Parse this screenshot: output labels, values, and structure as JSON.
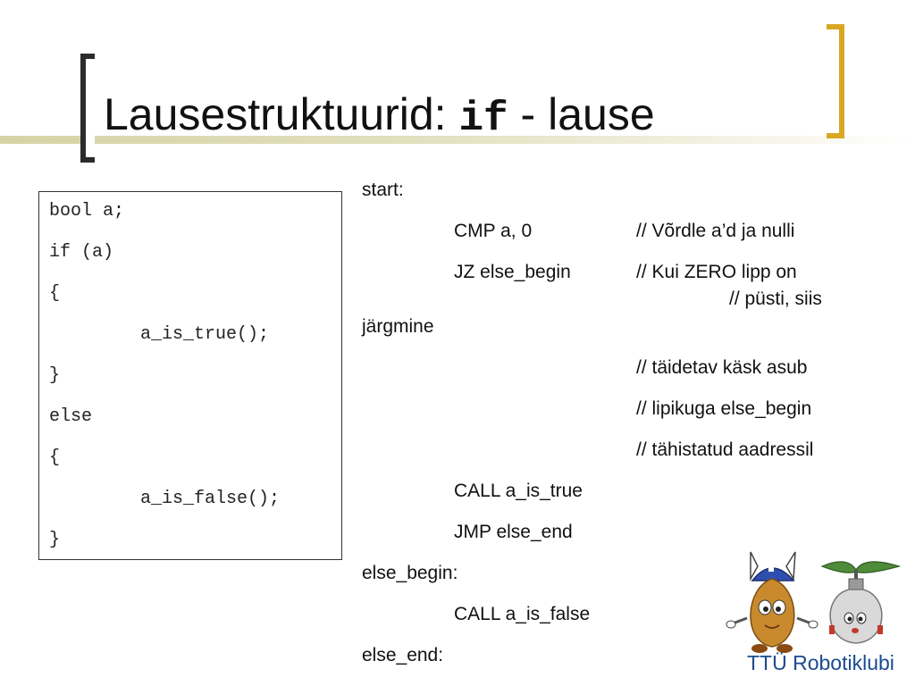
{
  "title": {
    "prefix": "Lausestruktuurid: ",
    "keyword": "if",
    "suffix": " - lause"
  },
  "code_box": {
    "lines": [
      "bool a;",
      "if (a)",
      "{",
      "a_is_true();",
      "}",
      "else",
      "{",
      "a_is_false();",
      "}"
    ]
  },
  "assembly": {
    "start_label": "start:",
    "cmp_instr": "CMP a, 0",
    "cmp_comment": "// Võrdle a’d ja nulli",
    "jz_instr": "JZ else_begin",
    "jz_comment": "// Kui ZERO lipp on",
    "jz_comment_2": "// püsti, siis",
    "jz_comment_3": "järgmine",
    "comment_4": "// täidetav käsk asub",
    "comment_5": "// lipikuga else_begin",
    "comment_6": "// tähistatud aadressil",
    "call_true": "CALL a_is_true",
    "jmp_end": "JMP else_end",
    "else_begin_label": "else_begin:",
    "call_false": "CALL a_is_false",
    "else_end_label": "else_end:"
  },
  "logo": {
    "text": "TTÜ Robotiklubi"
  },
  "colors": {
    "accent_gold": "#d8a824",
    "bracket_dark": "#2b2b2b",
    "olive_line": "#d6d3a6",
    "logo_blue": "#1b4b8f"
  }
}
